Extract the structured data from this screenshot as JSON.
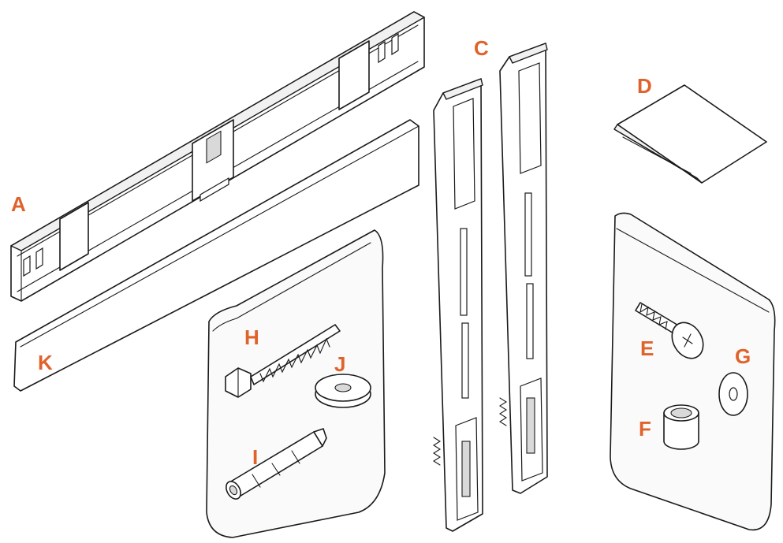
{
  "labels": {
    "a": "A",
    "b_c": "C",
    "d": "D",
    "e": "E",
    "f": "F",
    "g": "G",
    "h": "H",
    "i": "I",
    "j": "J",
    "k": "K"
  },
  "colors": {
    "label": "#e0622b",
    "outline": "#1a1a1a",
    "fill": "#ffffff"
  },
  "parts": [
    {
      "id": "A",
      "kind": "wall-mount-bracket"
    },
    {
      "id": "C",
      "kind": "vertical-rails-pair"
    },
    {
      "id": "D",
      "kind": "folded-sheet-template"
    },
    {
      "id": "E",
      "kind": "machine-screw"
    },
    {
      "id": "F",
      "kind": "spacer-sleeve"
    },
    {
      "id": "G",
      "kind": "flat-washer"
    },
    {
      "id": "H",
      "kind": "hex-lag-screw"
    },
    {
      "id": "I",
      "kind": "wall-plug-anchor"
    },
    {
      "id": "J",
      "kind": "thick-washer"
    },
    {
      "id": "K",
      "kind": "cover-strip"
    }
  ]
}
